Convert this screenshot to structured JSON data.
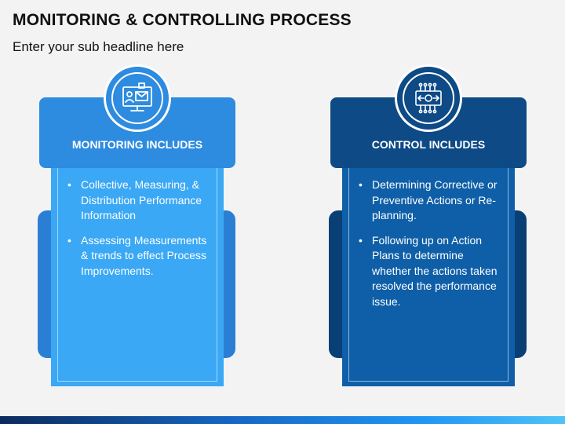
{
  "title": "MONITORING & CONTROLLING PROCESS",
  "subtitle": "Enter your sub headline here",
  "colors": {
    "left_header": "#2d8be0",
    "left_body": "#3aa8f5",
    "left_tab": "#2a7fd4",
    "right_header": "#0d4a86",
    "right_body": "#0f5fa8",
    "right_tab": "#0a3f75"
  },
  "panels": [
    {
      "heading": "MONITORING INCLUDES",
      "icon": "monitor-user-mail-icon",
      "bullets": [
        "Collective, Measuring, & Distribution Performance Information",
        "Assessing Measurements & trends to effect Process Improvements."
      ]
    },
    {
      "heading": "CONTROL INCLUDES",
      "icon": "circuit-control-icon",
      "bullets": [
        "Determining Corrective or Preventive Actions or Re-planning.",
        "Following up on Action Plans to determine whether the actions taken resolved the performance issue."
      ]
    }
  ]
}
